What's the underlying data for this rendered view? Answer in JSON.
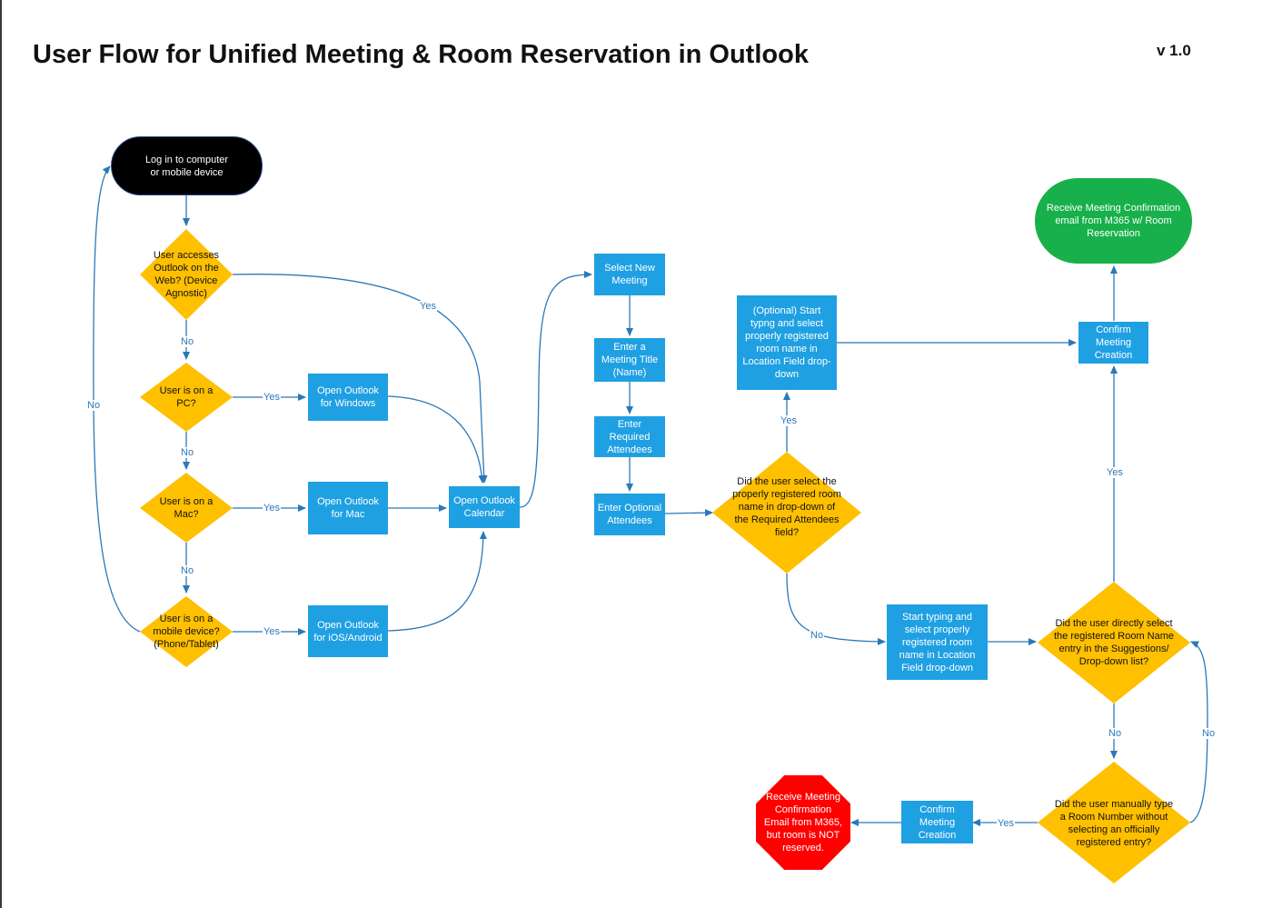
{
  "header": {
    "title": "User Flow for Unified Meeting & Room Reservation in Outlook",
    "version": "v 1.0"
  },
  "nodes": {
    "login": "Log in to computer or mobile device",
    "q_web": "User accesses Outlook on the Web? (Device Agnostic)",
    "q_pc": "User is on a PC?",
    "q_mac": "User is on a Mac?",
    "q_mobile": "User is on a mobile device? (Phone/Tablet)",
    "open_windows": "Open Outlook for Windows",
    "open_mac": "Open Outlook for Mac",
    "open_ios": "Open Outlook for iOS/Android",
    "open_calendar": "Open Outlook Calendar",
    "select_new": "Select New Meeting",
    "enter_title": "Enter a Meeting Title (Name)",
    "enter_required": "Enter Required Attendees",
    "enter_optional": "Enter Optional Attendees",
    "q_registered": "Did the user select the properly registered room name in drop-down of the Required Attendees field?",
    "optional_typing": "(Optional) Start typng and select properly registered room name in Location Field drop-down",
    "confirm_top": "Confirm Meeting Creation",
    "receive_ok": "Receive Meeting Confirmation email from M365 w/ Room Reservation",
    "start_typing": "Start typing and select properly registered room name in Location Field drop-down",
    "q_direct": "Did the user directly select the registered Room Name entry in the Suggestions/ Drop-down list?",
    "q_manual": "Did the user manually type a Room Number without selecting an officially registered entry?",
    "confirm_bottom": "Confirm Meeting Creation",
    "receive_bad": "Receive Meeting Confirmation Email from M365, but room is NOT reserved."
  },
  "edge_labels": {
    "yes": "Yes",
    "no": "No"
  },
  "colors": {
    "process": "#1fa0e2",
    "decision": "#ffc000",
    "start": "#000000",
    "success": "#18b04a",
    "stop": "#ff0000",
    "connector": "#2a78b8"
  }
}
